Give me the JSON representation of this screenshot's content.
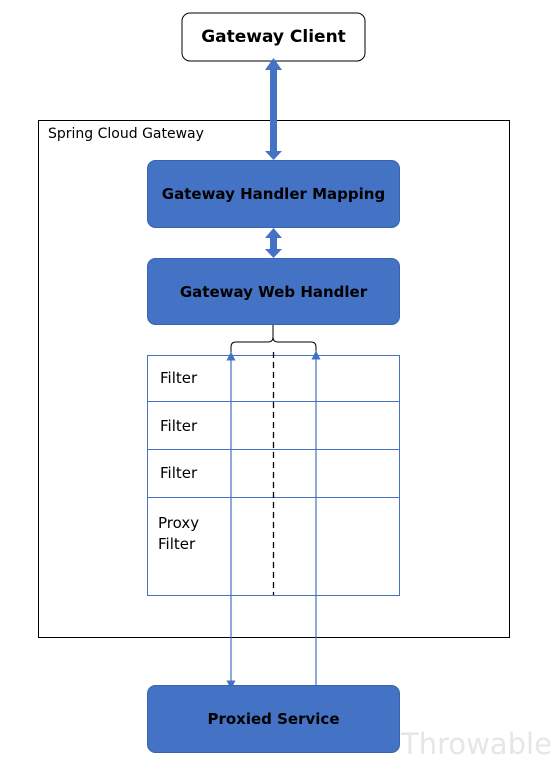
{
  "diagram": {
    "client_label": "Gateway Client",
    "container_label": "Spring Cloud Gateway",
    "handler_mapping_label": "Gateway Handler Mapping",
    "web_handler_label": "Gateway Web Handler",
    "filters": [
      "Filter",
      "Filter",
      "Filter"
    ],
    "proxy_filter_label": "Proxy\nFilter",
    "proxied_service_label": "Proxied Service",
    "watermark": "Throwable"
  },
  "colors": {
    "accent_fill": "#4472c4",
    "accent_stroke": "#3a63ad",
    "arrow": "#4472c4",
    "border": "#000000"
  }
}
